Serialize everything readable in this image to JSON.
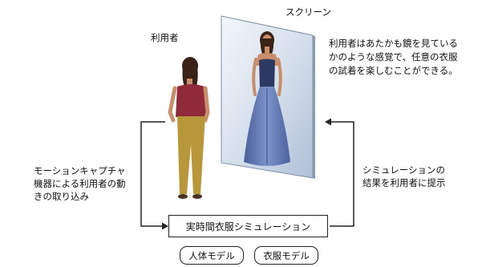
{
  "labels": {
    "screen": "スクリーン",
    "user": "利用者",
    "description": [
      "利用者はあたかも鏡を見ている",
      "かのような感覚で、任意の衣服",
      "の試着を楽しむことができる。"
    ],
    "capture": [
      "モーションキャプチャ",
      "機器による利用者の動",
      "きの取り込み"
    ],
    "feedback": [
      "シミュレーションの",
      "結果を利用者に提示"
    ]
  },
  "simulation_box": "実時間衣服シミュレーション",
  "models": [
    "人体モデル",
    "衣服モデル"
  ],
  "colors": {
    "line": "#222222",
    "screen_light": "#f2f6fb",
    "screen_dark": "#a9bcd6",
    "dress": "#5f78b6",
    "bodice": "#2c3a63",
    "shirt": "#8e2a3a",
    "pants": "#b8973a",
    "hair": "#3a2216",
    "skin": "#c98f6a"
  }
}
